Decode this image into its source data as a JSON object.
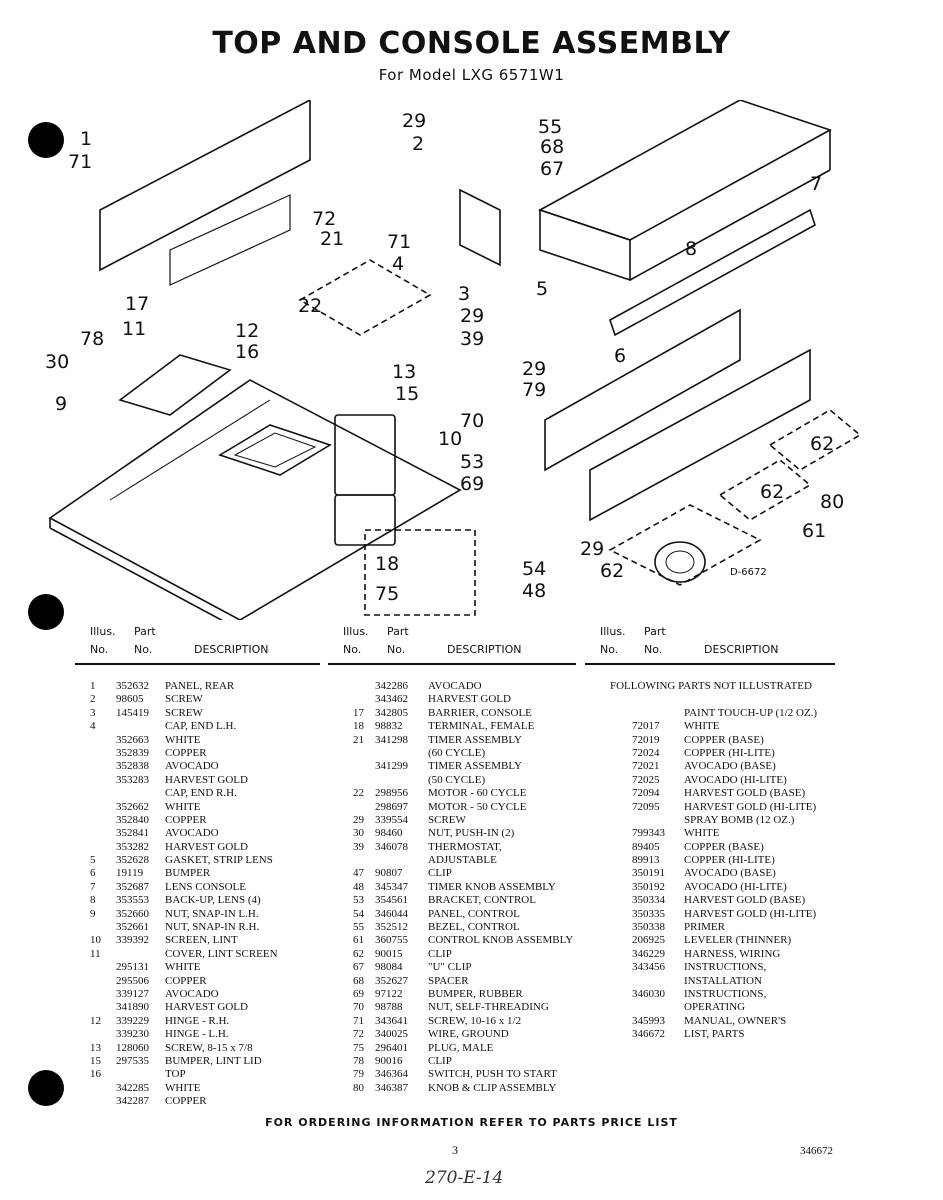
{
  "title": "TOP AND CONSOLE ASSEMBLY",
  "subtitle": "For Model LXG 6571W1",
  "diagram": {
    "callouts": [
      "1",
      "71",
      "78",
      "17",
      "11",
      "30",
      "9",
      "72",
      "21",
      "29",
      "2",
      "22",
      "71",
      "4",
      "3",
      "12",
      "16",
      "13",
      "15",
      "10",
      "55",
      "68",
      "67",
      "7",
      "8",
      "5",
      "29",
      "39",
      "29",
      "79",
      "6",
      "70",
      "53",
      "69",
      "62",
      "80",
      "62",
      "61",
      "54",
      "29",
      "48",
      "62",
      "18",
      "75"
    ],
    "figure_id": "D-6672"
  },
  "table": {
    "headers": {
      "illus": "Illus.",
      "part": "Part",
      "no": "No.",
      "desc": "DESCRIPTION"
    },
    "columns": [
      {
        "rows": [
          [
            "1",
            "352632",
            "PANEL, REAR"
          ],
          [
            "2",
            "98605",
            "SCREW"
          ],
          [
            "3",
            "145419",
            "SCREW"
          ],
          [
            "4",
            "",
            "CAP, END L.H."
          ],
          [
            "",
            "352663",
            "WHITE"
          ],
          [
            "",
            "352839",
            "COPPER"
          ],
          [
            "",
            "352838",
            "AVOCADO"
          ],
          [
            "",
            "353283",
            "HARVEST GOLD"
          ],
          [
            "",
            "",
            "CAP, END R.H."
          ],
          [
            "",
            "352662",
            "WHITE"
          ],
          [
            "",
            "352840",
            "COPPER"
          ],
          [
            "",
            "352841",
            "AVOCADO"
          ],
          [
            "",
            "353282",
            "HARVEST GOLD"
          ],
          [
            "5",
            "352628",
            "GASKET, STRIP LENS"
          ],
          [
            "6",
            "19119",
            "BUMPER"
          ],
          [
            "7",
            "352687",
            "LENS CONSOLE"
          ],
          [
            "8",
            "353553",
            "BACK-UP, LENS (4)"
          ],
          [
            "9",
            "352660",
            "NUT, SNAP-IN L.H."
          ],
          [
            "",
            "352661",
            "NUT, SNAP-IN R.H."
          ],
          [
            "10",
            "339392",
            "SCREEN, LINT"
          ],
          [
            "11",
            "",
            "COVER, LINT SCREEN"
          ],
          [
            "",
            "295131",
            "WHITE"
          ],
          [
            "",
            "295506",
            "COPPER"
          ],
          [
            "",
            "339127",
            "AVOCADO"
          ],
          [
            "",
            "341890",
            "HARVEST GOLD"
          ],
          [
            "12",
            "339229",
            "HINGE - R.H."
          ],
          [
            "",
            "339230",
            "HINGE - L.H."
          ],
          [
            "13",
            "128060",
            "SCREW, 8-15 x 7/8"
          ],
          [
            "15",
            "297535",
            "BUMPER, LINT LID"
          ],
          [
            "16",
            "",
            "TOP"
          ],
          [
            "",
            "342285",
            "WHITE"
          ],
          [
            "",
            "342287",
            "COPPER"
          ]
        ]
      },
      {
        "rows": [
          [
            "",
            "342286",
            "AVOCADO"
          ],
          [
            "",
            "343462",
            "HARVEST GOLD"
          ],
          [
            "17",
            "342805",
            "BARRIER, CONSOLE"
          ],
          [
            "18",
            "98832",
            "TERMINAL, FEMALE"
          ],
          [
            "21",
            "341298",
            "TIMER ASSEMBLY"
          ],
          [
            "",
            "",
            "(60 CYCLE)"
          ],
          [
            "",
            "341299",
            "TIMER ASSEMBLY"
          ],
          [
            "",
            "",
            "(50 CYCLE)"
          ],
          [
            "22",
            "298956",
            "MOTOR - 60 CYCLE"
          ],
          [
            "",
            "298697",
            "MOTOR - 50 CYCLE"
          ],
          [
            "29",
            "339554",
            "SCREW"
          ],
          [
            "30",
            "98460",
            "NUT, PUSH-IN (2)"
          ],
          [
            "39",
            "346078",
            "THERMOSTAT,"
          ],
          [
            "",
            "",
            "ADJUSTABLE"
          ],
          [
            "47",
            "90807",
            "CLIP"
          ],
          [
            "48",
            "345347",
            "TIMER KNOB ASSEMBLY"
          ],
          [
            "53",
            "354561",
            "BRACKET, CONTROL"
          ],
          [
            "54",
            "346044",
            "PANEL, CONTROL"
          ],
          [
            "55",
            "352512",
            "BEZEL, CONTROL"
          ],
          [
            "61",
            "360755",
            "CONTROL KNOB ASSEMBLY"
          ],
          [
            "62",
            "90015",
            "CLIP"
          ],
          [
            "67",
            "98084",
            "\"U\" CLIP"
          ],
          [
            "68",
            "352627",
            "SPACER"
          ],
          [
            "69",
            "97122",
            "BUMPER, RUBBER"
          ],
          [
            "70",
            "98788",
            "NUT, SELF-THREADING"
          ],
          [
            "71",
            "343641",
            "SCREW, 10-16 x 1/2"
          ],
          [
            "72",
            "340025",
            "WIRE, GROUND"
          ],
          [
            "75",
            "296401",
            "PLUG, MALE"
          ],
          [
            "78",
            "90016",
            "CLIP"
          ],
          [
            "79",
            "346364",
            "SWITCH, PUSH TO START"
          ],
          [
            "80",
            "346387",
            "KNOB & CLIP ASSEMBLY"
          ]
        ]
      },
      {
        "note": "FOLLOWING PARTS NOT ILLUSTRATED",
        "rows": [
          [
            "",
            "",
            ""
          ],
          [
            "",
            "",
            "PAINT TOUCH-UP (1/2 OZ.)"
          ],
          [
            "",
            "72017",
            "WHITE"
          ],
          [
            "",
            "72019",
            "COPPER (BASE)"
          ],
          [
            "",
            "72024",
            "COPPER (HI-LITE)"
          ],
          [
            "",
            "72021",
            "AVOCADO (BASE)"
          ],
          [
            "",
            "72025",
            "AVOCADO (HI-LITE)"
          ],
          [
            "",
            "72094",
            "HARVEST GOLD (BASE)"
          ],
          [
            "",
            "72095",
            "HARVEST GOLD (HI-LITE)"
          ],
          [
            "",
            "",
            "SPRAY BOMB (12 OZ.)"
          ],
          [
            "",
            "799343",
            "WHITE"
          ],
          [
            "",
            "89405",
            "COPPER (BASE)"
          ],
          [
            "",
            "89913",
            "COPPER (HI-LITE)"
          ],
          [
            "",
            "350191",
            "AVOCADO (BASE)"
          ],
          [
            "",
            "350192",
            "AVOCADO (HI-LITE)"
          ],
          [
            "",
            "350334",
            "HARVEST GOLD (BASE)"
          ],
          [
            "",
            "350335",
            "HARVEST GOLD (HI-LITE)"
          ],
          [
            "",
            "350338",
            "PRIMER"
          ],
          [
            "",
            "206925",
            "LEVELER (THINNER)"
          ],
          [
            "",
            "346229",
            "HARNESS, WIRING"
          ],
          [
            "",
            "343456",
            "INSTRUCTIONS,"
          ],
          [
            "",
            "",
            "INSTALLATION"
          ],
          [
            "",
            "346030",
            "INSTRUCTIONS,"
          ],
          [
            "",
            "",
            "OPERATING"
          ],
          [
            "",
            "345993",
            "MANUAL, OWNER'S"
          ],
          [
            "",
            "346672",
            "LIST, PARTS"
          ]
        ]
      }
    ]
  },
  "footer": "FOR ORDERING INFORMATION REFER TO PARTS PRICE LIST",
  "page_number": "3",
  "doc_number": "346672",
  "handwritten": "270-E-14"
}
